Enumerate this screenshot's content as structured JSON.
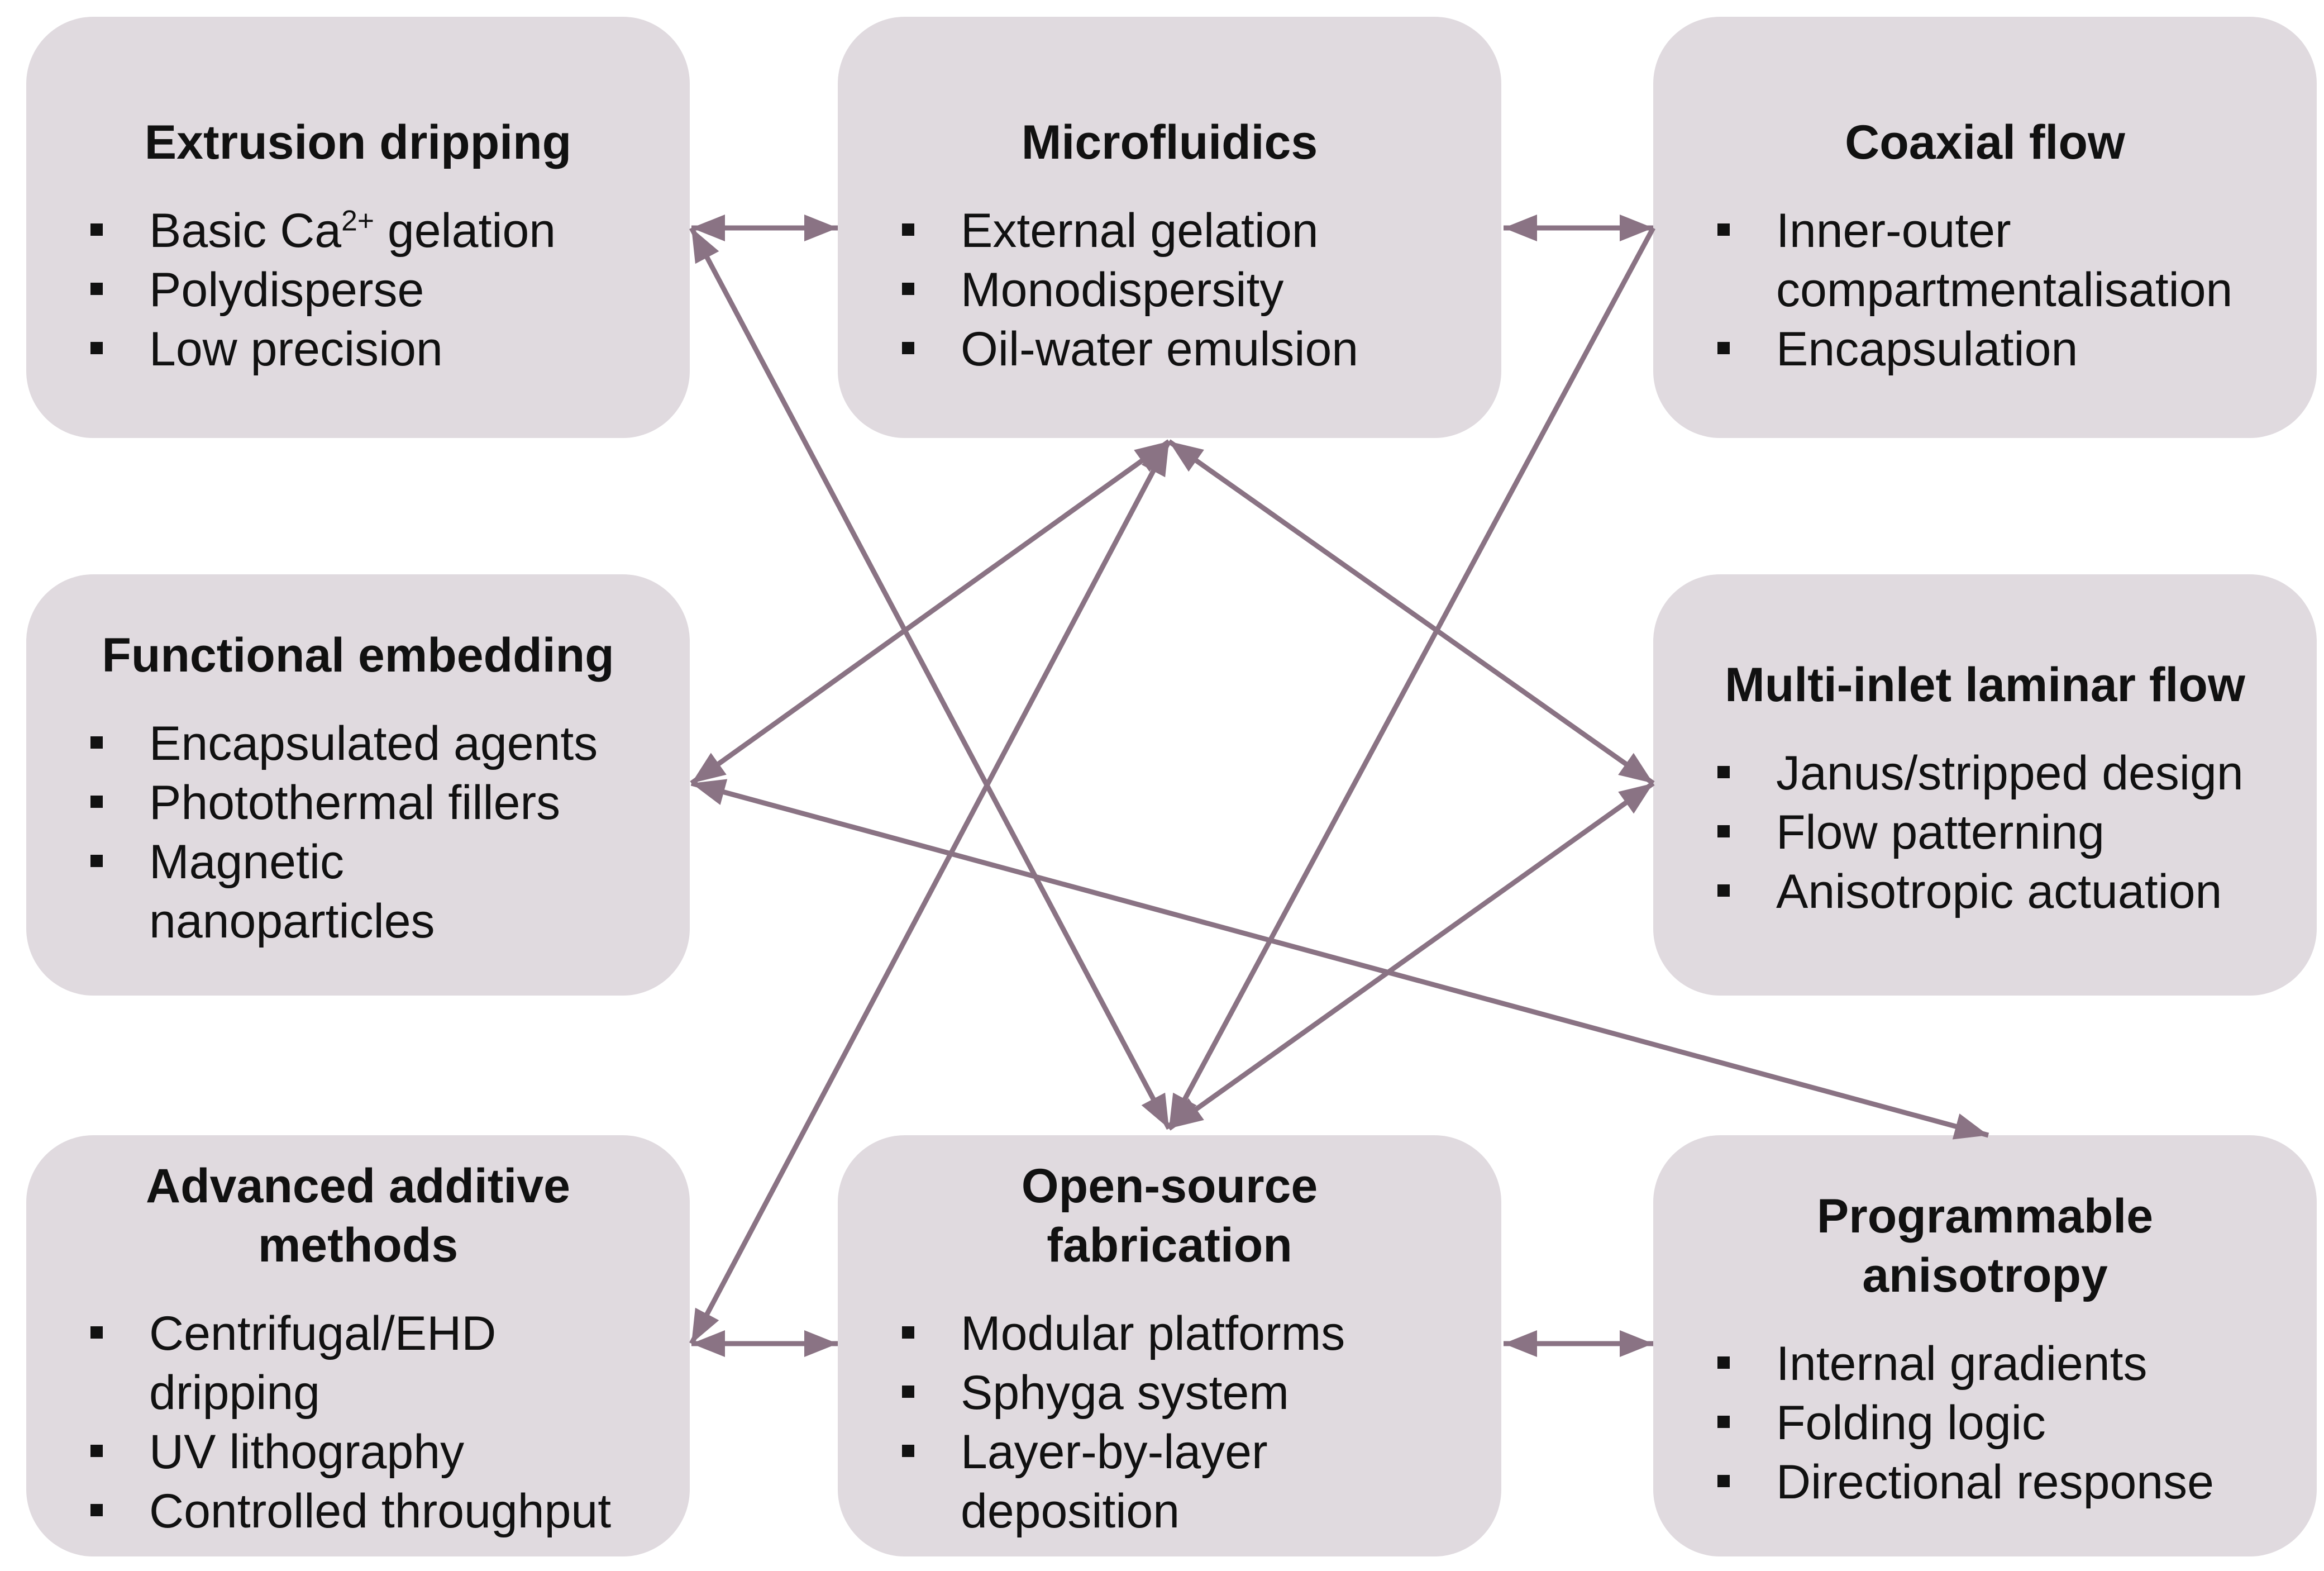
{
  "colors": {
    "box_fill": "#e0dadf",
    "arrow": "#8a7384",
    "text": "#111111"
  },
  "boxes": {
    "extrusion": {
      "title": "Extrusion dripping",
      "items": [
        "Basic Ca",
        "2+",
        " gelation",
        "Polydisperse",
        "Low precision"
      ]
    },
    "microfluidics": {
      "title": "Microfluidics",
      "items": [
        "External gelation",
        "Monodispersity",
        "Oil-water emulsion"
      ]
    },
    "coaxial": {
      "title": "Coaxial flow",
      "items": [
        "Inner-outer",
        "compartmentalisation",
        "Encapsulation"
      ]
    },
    "functional": {
      "title": "Functional embedding",
      "items": [
        "Encapsulated agents",
        "Photothermal fillers",
        "Magnetic",
        "nanoparticles"
      ]
    },
    "multiinlet": {
      "title": "Multi-inlet laminar flow",
      "items": [
        "Janus/stripped design",
        "Flow patterning",
        "Anisotropic actuation"
      ]
    },
    "additive": {
      "title_line1": "Advanced additive",
      "title_line2": "methods",
      "items": [
        "Centrifugal/EHD",
        "dripping",
        "UV lithography",
        "Controlled throughput"
      ]
    },
    "opensource": {
      "title_line1": "Open-source",
      "title_line2": "fabrication",
      "items": [
        "Modular platforms",
        "Sphyga system",
        "Layer-by-layer",
        "deposition"
      ]
    },
    "programmable": {
      "title_line1": "Programmable",
      "title_line2": "anisotropy",
      "items": [
        "Internal gradients",
        "Folding logic",
        "Directional response"
      ]
    }
  },
  "connections": [
    {
      "from": "extrusion",
      "to": "microfluidics",
      "bidirectional": true
    },
    {
      "from": "microfluidics",
      "to": "coaxial",
      "bidirectional": true
    },
    {
      "from": "extrusion",
      "to": "opensource",
      "bidirectional": true
    },
    {
      "from": "coaxial",
      "to": "opensource",
      "bidirectional": false
    },
    {
      "from": "microfluidics",
      "to": "functional",
      "bidirectional": true
    },
    {
      "from": "microfluidics",
      "to": "multiinlet",
      "bidirectional": true
    },
    {
      "from": "microfluidics",
      "to": "additive",
      "bidirectional": true
    },
    {
      "from": "functional",
      "to": "programmable",
      "bidirectional": true
    },
    {
      "from": "opensource",
      "to": "multiinlet",
      "bidirectional": true
    },
    {
      "from": "additive",
      "to": "opensource",
      "bidirectional": true
    },
    {
      "from": "opensource",
      "to": "programmable",
      "bidirectional": true
    }
  ]
}
